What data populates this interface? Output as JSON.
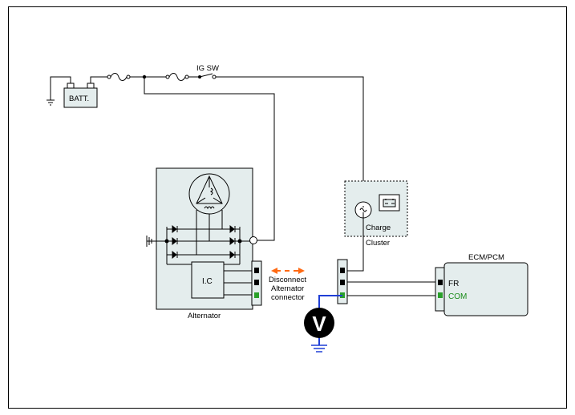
{
  "labels": {
    "battery": "BATT.",
    "ignition_switch": "IG SW",
    "ic": "I.C",
    "alternator": "Alternator",
    "charge": "Charge",
    "cluster": "Cluster",
    "ecm": "ECM/PCM",
    "fr": "FR",
    "com": "COM",
    "instruction_line1": "Disconnect",
    "instruction_line2": "Alternator",
    "instruction_line3": "connector",
    "voltmeter": "V"
  },
  "colors": {
    "wire": "#000000",
    "component_fill": "#e4eded",
    "probe_wire": "#1f3fd6",
    "arrow": "#ff6a13",
    "com_label": "#1a8c1a",
    "com_pin": "#2aa02a"
  },
  "icons": [
    "ground-icon",
    "fuse-icon",
    "switch-icon",
    "warning-lamp-icon",
    "battery-icon",
    "diode-icon",
    "stator-icon",
    "voltmeter-icon"
  ]
}
